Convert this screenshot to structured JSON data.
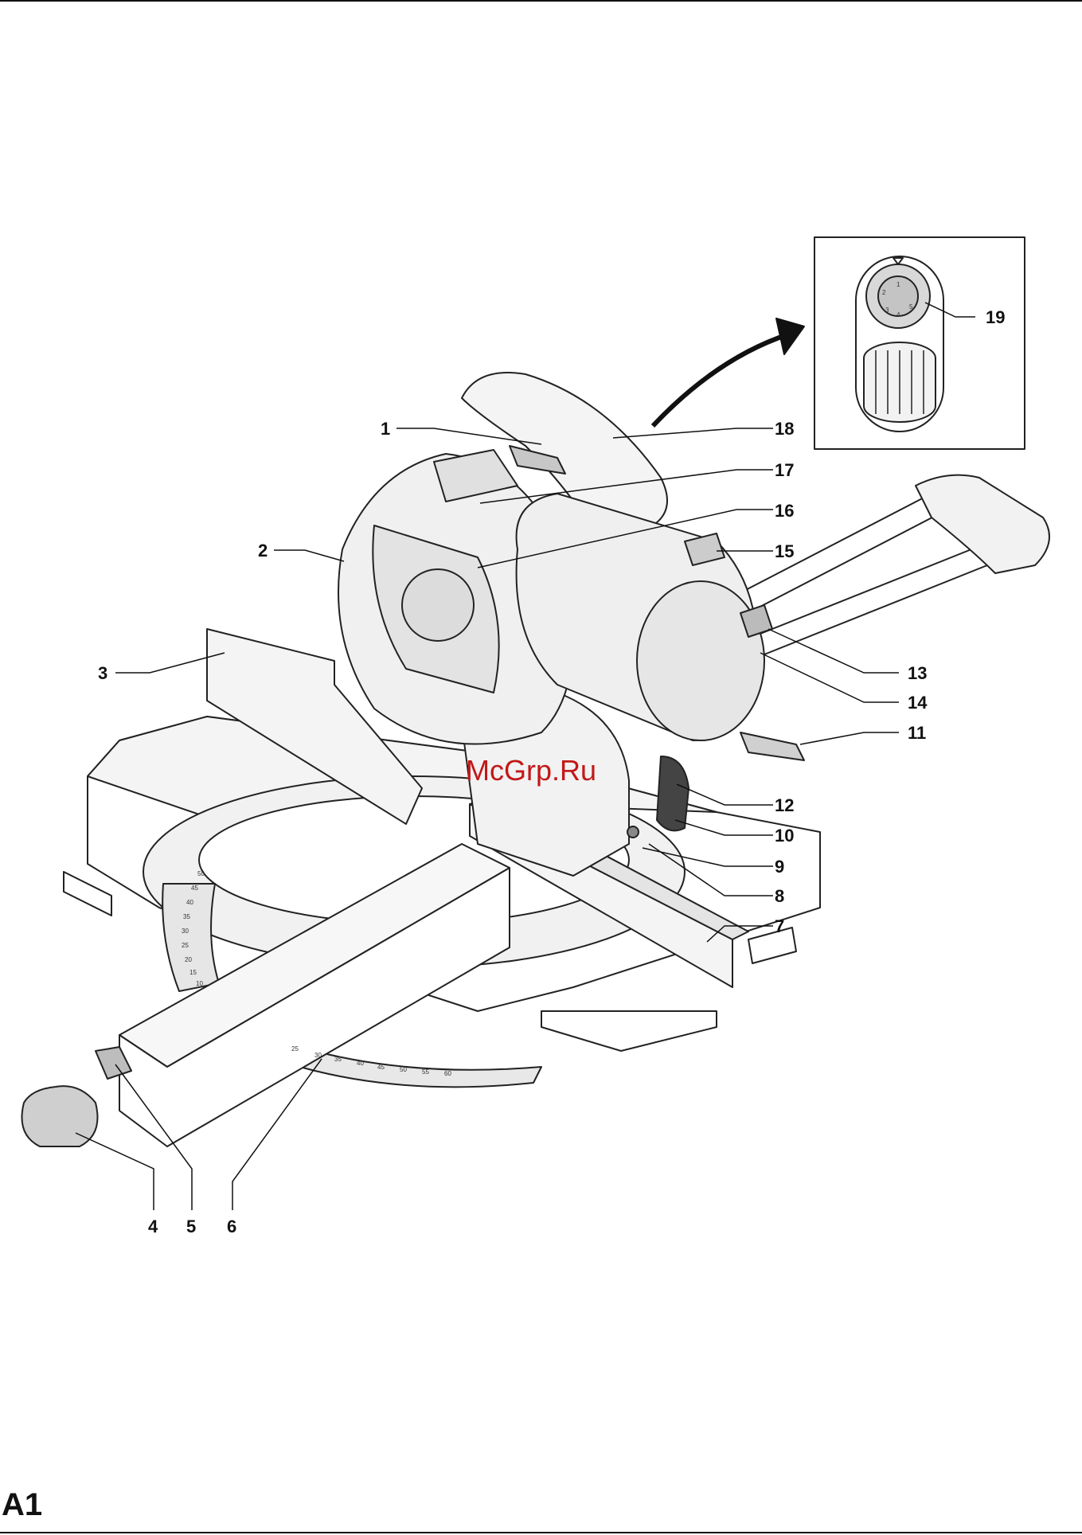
{
  "page_label": "A1",
  "watermark": "McGrp.Ru",
  "callouts": [
    {
      "id": "1",
      "label": "1"
    },
    {
      "id": "2",
      "label": "2"
    },
    {
      "id": "3",
      "label": "3"
    },
    {
      "id": "4",
      "label": "4"
    },
    {
      "id": "5",
      "label": "5"
    },
    {
      "id": "6",
      "label": "6"
    },
    {
      "id": "7",
      "label": "7"
    },
    {
      "id": "8",
      "label": "8"
    },
    {
      "id": "9",
      "label": "9"
    },
    {
      "id": "10",
      "label": "10"
    },
    {
      "id": "11",
      "label": "11"
    },
    {
      "id": "12",
      "label": "12"
    },
    {
      "id": "13",
      "label": "13"
    },
    {
      "id": "14",
      "label": "14"
    },
    {
      "id": "15",
      "label": "15"
    },
    {
      "id": "16",
      "label": "16"
    },
    {
      "id": "17",
      "label": "17"
    },
    {
      "id": "18",
      "label": "18"
    },
    {
      "id": "19",
      "label": "19"
    }
  ],
  "miter_scale_labels": [
    "25",
    "30",
    "35",
    "40",
    "45",
    "50",
    "55",
    "60"
  ],
  "bevel_scale_labels": [
    "50",
    "45",
    "40",
    "35",
    "30",
    "25",
    "20",
    "15",
    "10"
  ],
  "dial_labels": [
    "1",
    "2",
    "3",
    "4",
    "5"
  ]
}
